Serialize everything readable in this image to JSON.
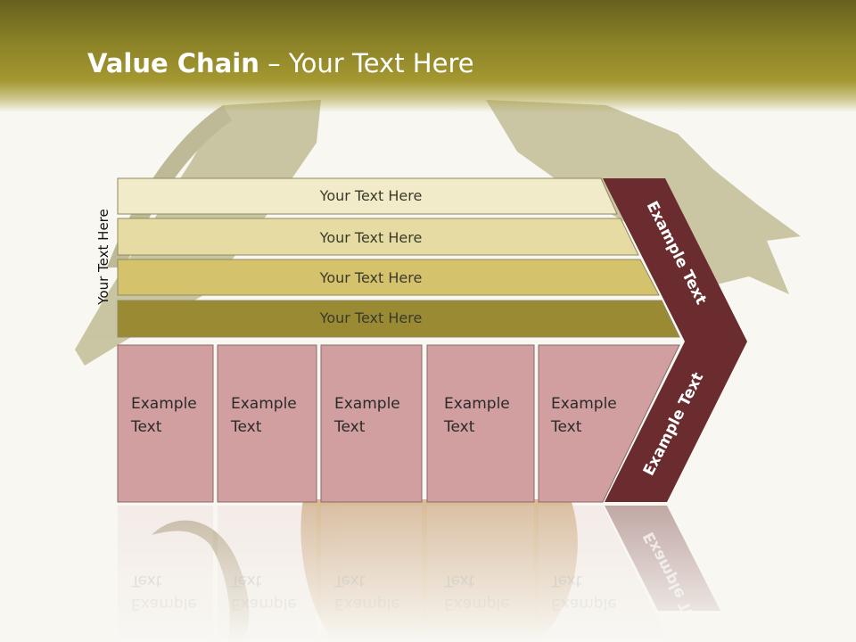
{
  "title": {
    "bold": "Value Chain",
    "rest": " – Your Text Here"
  },
  "side_label": "Your Text Here",
  "bands": [
    {
      "label": "Your Text Here",
      "color": "#f1ebc9"
    },
    {
      "label": "Your Text Here",
      "color": "#e6dca3"
    },
    {
      "label": "Your Text Here",
      "color": "#d4c26c"
    },
    {
      "label": "Your Text Here",
      "color": "#9a8a34"
    }
  ],
  "cells": [
    {
      "line1": "Example",
      "line2": "Text"
    },
    {
      "line1": "Example",
      "line2": "Text"
    },
    {
      "line1": "Example",
      "line2": "Text"
    },
    {
      "line1": "Example",
      "line2": "Text"
    },
    {
      "line1": "Example",
      "line2": "Text"
    }
  ],
  "chevron": {
    "top_label": "Example Text",
    "bottom_label": "Example Text"
  },
  "colors": {
    "header": "#8d8328",
    "cell": "#d19f9f",
    "chevron": "#6a2c2e",
    "background": "#f8f7f2"
  }
}
